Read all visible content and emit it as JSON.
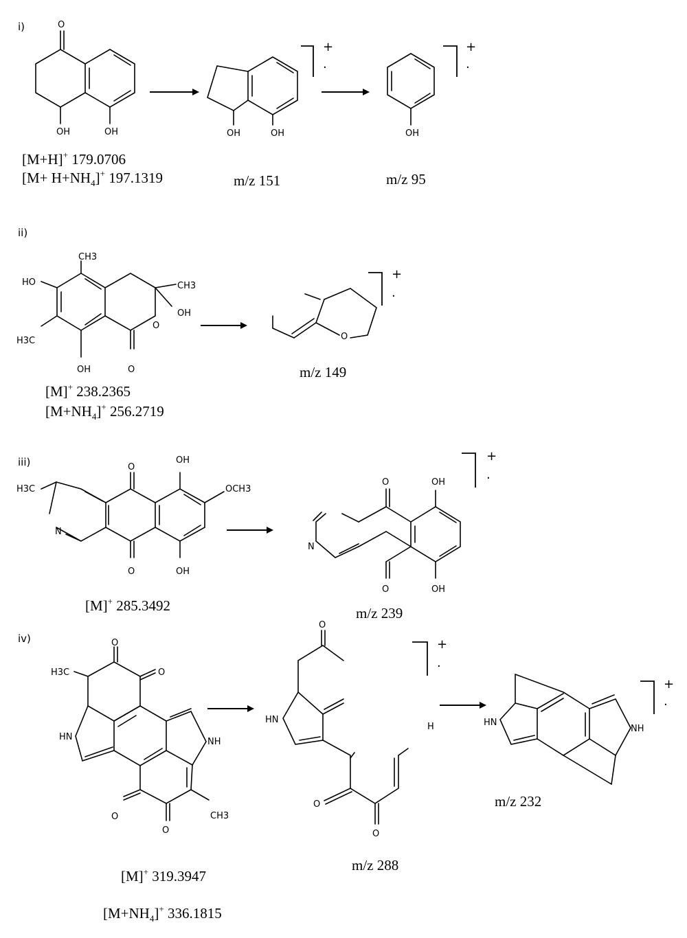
{
  "sections": {
    "i": {
      "label": "i)",
      "precursor": {
        "ion1": {
          "prefix": "[M+H]",
          "sup": "+",
          "value": " 179.0706"
        },
        "ion2": {
          "prefix": "[M+ H+NH",
          "sub": "4",
          "close": "]",
          "sup": "+",
          "value": " 197.1319"
        },
        "oh1": "OH",
        "oh2": "OH",
        "o": "O"
      },
      "frag1": {
        "mz": "m/z 151",
        "oh1": "OH",
        "oh2": "OH",
        "charge": "+",
        "dot": "·"
      },
      "frag2": {
        "mz": "m/z 95",
        "oh": "OH",
        "charge": "+",
        "dot": "·"
      }
    },
    "ii": {
      "label": "ii)",
      "precursor": {
        "ion1": {
          "prefix": "[M]",
          "sup": "+",
          "value": " 238.2365"
        },
        "ion2": {
          "prefix": "[M+NH",
          "sub": "4",
          "close": "]",
          "sup": "+",
          "value": " 256.2719"
        },
        "ch3_top": "CH3",
        "ch3_right": "CH3",
        "ho": "HO",
        "oh_right": "OH",
        "h3c": "H3C",
        "oh_bottom": "OH",
        "o_ring": "O",
        "o_carbonyl": "O"
      },
      "frag1": {
        "mz": "m/z 149",
        "o": "O",
        "charge": "+",
        "dot": "·"
      }
    },
    "iii": {
      "label": "iii)",
      "precursor": {
        "ion1": {
          "prefix": "[M]",
          "sup": "+",
          "value": " 285.3492"
        },
        "h3c": "H3C",
        "n": "N",
        "o_top": "O",
        "o_bottom": "O",
        "oh_top": "OH",
        "och3": "OCH3",
        "oh_bottom": "OH"
      },
      "frag1": {
        "mz": "m/z 239",
        "n": "N",
        "o_top": "O",
        "o_bottom": "O",
        "oh_top": "OH",
        "oh_bottom": "OH",
        "charge": "+",
        "dot": "·"
      }
    },
    "iv": {
      "label": "iv)",
      "precursor": {
        "ion1": {
          "prefix": "[M]",
          "sup": "+",
          "value": " 319.3947"
        },
        "ion2": {
          "prefix": "[M+NH",
          "sub": "4",
          "close": "]",
          "sup": "+",
          "value": " 336.1815"
        },
        "h3c": "H3C",
        "o_top": "O",
        "o_right": "O",
        "hn": "HN",
        "nh": "NH",
        "o_left_bottom": "O",
        "o_bottom": "O",
        "ch3": "CH3"
      },
      "frag1": {
        "mz": "m/z 288",
        "o_top": "O",
        "hn": "HN",
        "o_left": "O",
        "o_bottom": "O",
        "h_frag": "H",
        "charge": "+",
        "dot": "·"
      },
      "frag2": {
        "mz": "m/z 232",
        "hn": "HN",
        "nh": "NH",
        "charge": "+",
        "dot": "·"
      }
    }
  }
}
